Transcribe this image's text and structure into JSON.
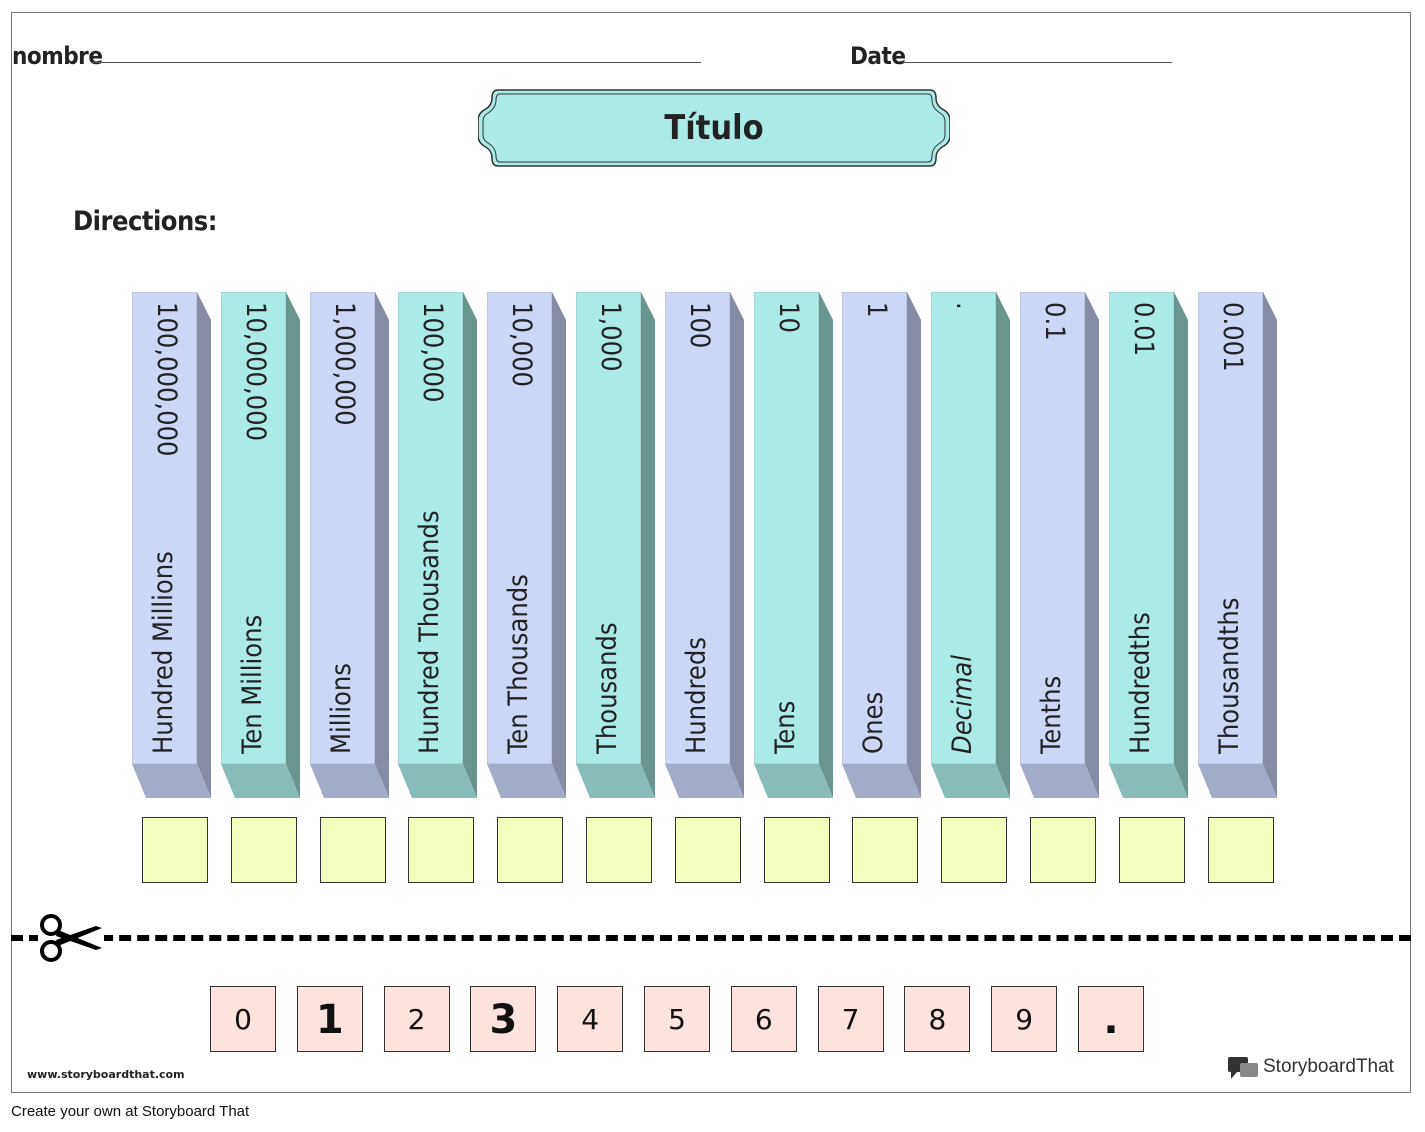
{
  "header": {
    "name_label": "nombre",
    "date_label": "Date"
  },
  "title": "Título",
  "directions_label": "Directions:",
  "colors": {
    "blue_front": "#ccd7f5",
    "blue_side": "#858ca3",
    "blue_bottom": "#a3acc7",
    "teal_front": "#aaebe8",
    "teal_side": "#69958f",
    "teal_bottom": "#88bcb8",
    "answer_box": "#f3fdbd",
    "digit_tile": "#fde3dd"
  },
  "place_values": [
    {
      "name": "Hundred Millions",
      "value": "100,000,000",
      "color": "blue"
    },
    {
      "name": "Ten Millions",
      "value": "10,000,000",
      "color": "teal"
    },
    {
      "name": "Millions",
      "value": "1,000,000",
      "color": "blue"
    },
    {
      "name": "Hundred Thousands",
      "value": "100,000",
      "color": "teal"
    },
    {
      "name": "Ten Thousands",
      "value": "10,000",
      "color": "blue"
    },
    {
      "name": "Thousands",
      "value": "1,000",
      "color": "teal"
    },
    {
      "name": "Hundreds",
      "value": "100",
      "color": "blue"
    },
    {
      "name": "Tens",
      "value": "10",
      "color": "teal"
    },
    {
      "name": "Ones",
      "value": "1",
      "color": "blue"
    },
    {
      "name": "Decimal",
      "value": ".",
      "color": "teal"
    },
    {
      "name": "Tenths",
      "value": "0.1",
      "color": "blue"
    },
    {
      "name": "Hundredths",
      "value": "0.01",
      "color": "teal"
    },
    {
      "name": "Thousandths",
      "value": "0.001",
      "color": "blue"
    }
  ],
  "cut_icon": "scissors-icon",
  "digit_tiles": [
    "0",
    "1",
    "2",
    "3",
    "4",
    "5",
    "6",
    "7",
    "8",
    "9",
    "."
  ],
  "website": "www.storyboardthat.com",
  "logo_text": "StoryboardThat",
  "footer": "Create your own at Storyboard That"
}
